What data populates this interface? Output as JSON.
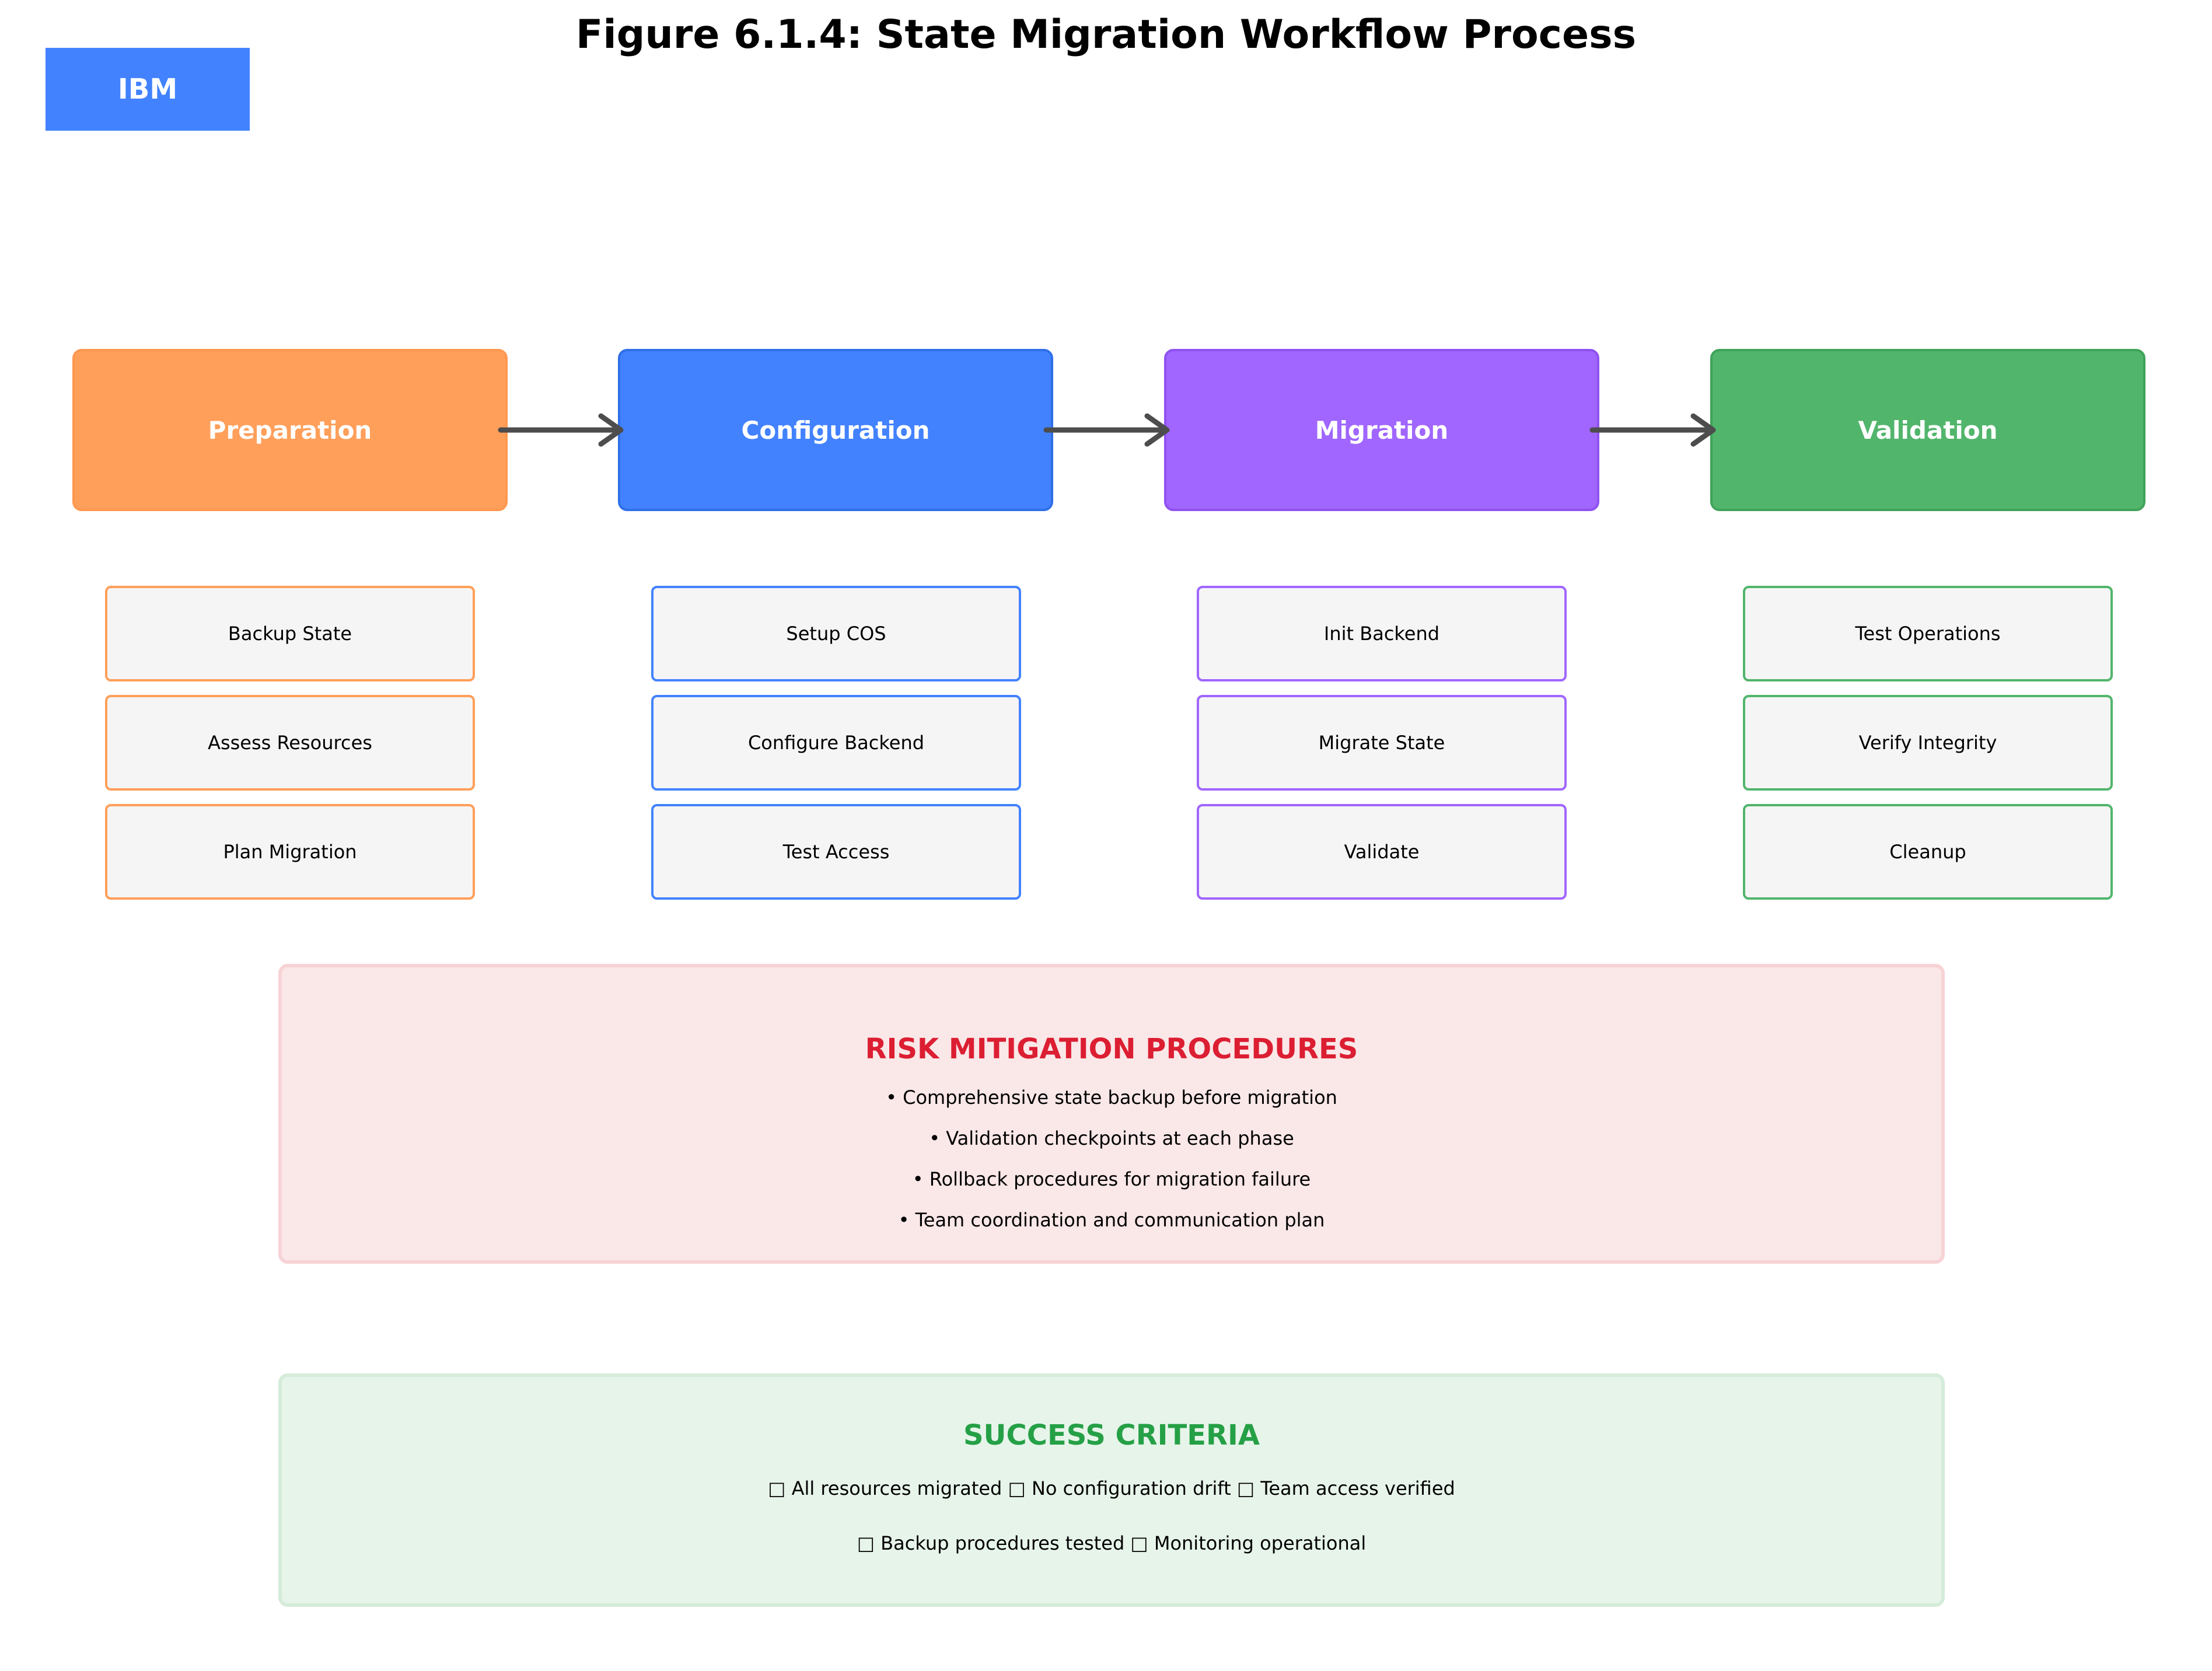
{
  "title": "Figure 6.1.4: State Migration Workflow Process",
  "logo": "IBM",
  "colors": {
    "preparation": "#ff9f5a",
    "configuration": "#4282ff",
    "migration": "#a066ff",
    "validation": "#52b56c",
    "risk_title": "#dc1e32",
    "success_title": "#25a046",
    "arrow": "#4d4d4d"
  },
  "phases": [
    {
      "label": "Preparation",
      "steps": [
        "Backup State",
        "Assess Resources",
        "Plan Migration"
      ]
    },
    {
      "label": "Configuration",
      "steps": [
        "Setup COS",
        "Configure Backend",
        "Test Access"
      ]
    },
    {
      "label": "Migration",
      "steps": [
        "Init Backend",
        "Migrate State",
        "Validate"
      ]
    },
    {
      "label": "Validation",
      "steps": [
        "Test Operations",
        "Verify Integrity",
        "Cleanup"
      ]
    }
  ],
  "risk": {
    "title": "RISK MITIGATION PROCEDURES",
    "items": [
      "• Comprehensive state backup before migration",
      "• Validation checkpoints at each phase",
      "• Rollback procedures for migration failure",
      "• Team coordination and communication plan"
    ]
  },
  "success": {
    "title": "SUCCESS CRITERIA",
    "line1": "□ All resources migrated  □ No configuration drift  □ Team access verified",
    "line2": "□ Backup procedures tested  □ Monitoring operational"
  }
}
